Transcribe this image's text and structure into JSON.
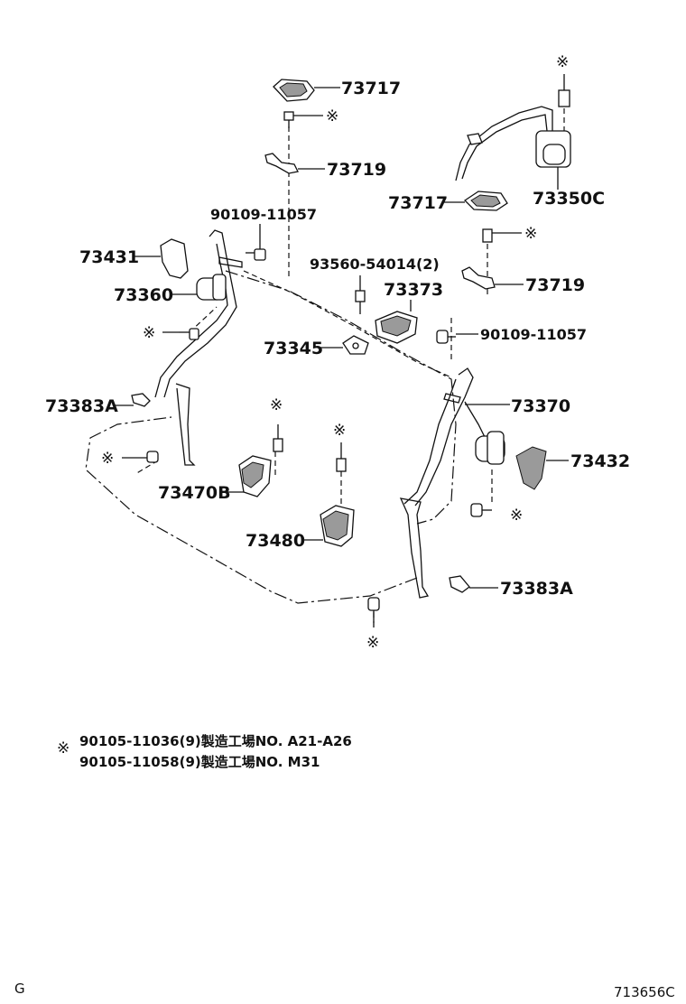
{
  "labels": {
    "p73717_top": "73717",
    "p73719_top": "73719",
    "p90109_left": "90109-11057",
    "p73431": "73431",
    "p73360": "73360",
    "p73383a_left": "73383A",
    "p73470b": "73470B",
    "p73480": "73480",
    "p73345": "73345",
    "p93560": "93560-54014(2)",
    "p73373": "73373",
    "p73717_right": "73717",
    "p73350c": "73350C",
    "p73719_right": "73719",
    "p90109_right": "90109-11057",
    "p73370": "73370",
    "p73432": "73432",
    "p73383a_right": "73383A"
  },
  "marks": {
    "m1": "※",
    "m2": "※",
    "m3": "※",
    "m4": "※",
    "m5": "※",
    "m6": "※",
    "m7": "※",
    "m8": "※",
    "m9": "※",
    "m10": "※"
  },
  "notes": {
    "symbol": "※",
    "line1": "90105-11036(9)製造工場NO. A21-A26",
    "line2": "90105-11058(9)製造工場NO. M31"
  },
  "corner": {
    "left": "G",
    "right": "713656C"
  }
}
